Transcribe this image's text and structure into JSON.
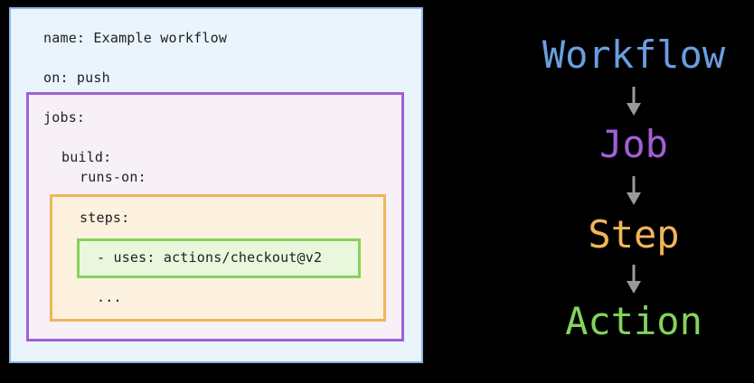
{
  "code": {
    "name_line": "name: Example workflow",
    "on_line": "on: push",
    "jobs_line": "jobs:",
    "build_line": "build:",
    "runs_on_line": "runs-on:",
    "steps_line": "steps:",
    "uses_line": "- uses: actions/checkout@v2",
    "ellipsis_line": "..."
  },
  "hierarchy": {
    "levels": [
      {
        "label": "Workflow",
        "color": "#6a9ee0"
      },
      {
        "label": "Job",
        "color": "#a35fd6"
      },
      {
        "label": "Step",
        "color": "#f0b45a"
      },
      {
        "label": "Action",
        "color": "#84d35b"
      }
    ],
    "arrow_color": "#9a9a9a"
  },
  "colors": {
    "workflow_bg": "#e9f4fc",
    "workflow_border": "#8db7e4",
    "job_border": "#a35fd6",
    "step_border": "#f0b45a",
    "action_border": "#84d35b"
  }
}
